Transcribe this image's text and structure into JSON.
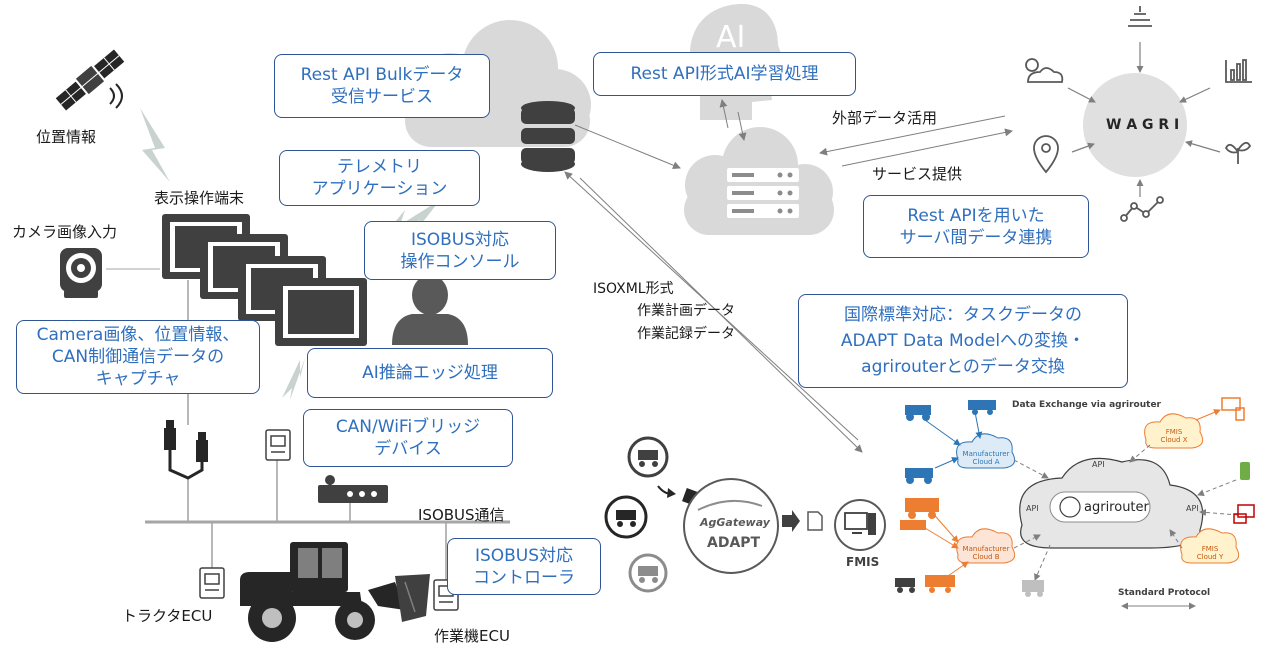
{
  "labels": {
    "gps": "位置情報",
    "display_terminal": "表示操作端末",
    "camera_input": "カメラ画像入力",
    "external_data": "外部データ活用",
    "service": "サービス提供",
    "isoxml": "ISOXML形式",
    "work_plan": "作業計画データ",
    "work_record": "作業記録データ",
    "isobus_comm": "ISOBUS通信",
    "tractor_ecu": "トラクタECU",
    "implement_ecu": "作業機ECU",
    "wagri": "W A G R I",
    "ai": "AI"
  },
  "boxes": {
    "bulk": [
      "Rest API Bulkデータ",
      "受信サービス"
    ],
    "telemetry": [
      "テレメトリ",
      "アプリケーション"
    ],
    "isobus_console": [
      "ISOBUS対応",
      "操作コンソール"
    ],
    "capture": [
      "Camera画像、位置情報、",
      "CAN制御通信データの",
      "キャプチャ"
    ],
    "ai_edge": [
      "AI推論エッジ処理"
    ],
    "bridge": [
      "CAN/WiFiブリッジ",
      "デバイス"
    ],
    "isobus_ctrl": [
      "ISOBUS対応",
      "コントローラ"
    ],
    "ai_learning": [
      "Rest API形式AI学習処理"
    ],
    "server_link": [
      "Rest APIを用いた",
      "サーバ間データ連携"
    ],
    "standard": [
      "国際標準対応：タスクデータの",
      "ADAPT Data Modelへの変換・",
      "agrirouterとのデータ交換"
    ]
  },
  "adapt": {
    "brand": "AgGateway",
    "name": "ADAPT",
    "fmis": "FMIS"
  },
  "agrirouter": {
    "header_prefix": "Data Exchange via",
    "header_brand": "agrirouter",
    "logo": "agrirouter",
    "api": "API",
    "cloud_a": [
      "Manufacturer",
      "Cloud A"
    ],
    "cloud_b": [
      "Manufacturer",
      "Cloud B"
    ],
    "cloud_x": [
      "FMIS",
      "Cloud X"
    ],
    "cloud_y": [
      "FMIS",
      "Cloud Y"
    ],
    "protocol": "Standard Protocol"
  },
  "colors": {
    "box_border": "#2f5597",
    "box_text": "#2f6fbe",
    "cloud_gray": "#d9d9d9",
    "dark": "#404040",
    "agri_blue": "#2e75b6",
    "agri_orange": "#c55a11"
  }
}
